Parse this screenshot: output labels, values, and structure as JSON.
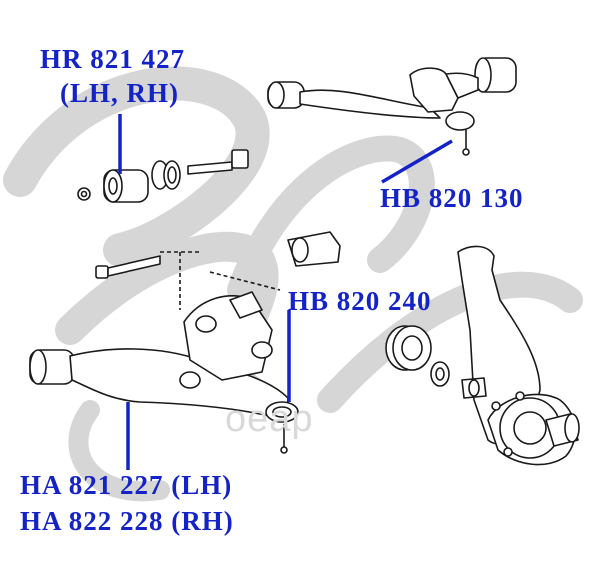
{
  "labels": {
    "upper_bushing_part": "HR 821 427",
    "upper_bushing_side": "(LH, RH)",
    "upper_ball_joint": "HB 820 130",
    "lower_ball_joint": "HB 820 240",
    "lower_arm_lh": "HA 821 227 (LH)",
    "lower_arm_rh": "HA 822 228 (RH)"
  },
  "watermark": "oeap",
  "colors": {
    "label": "#1423c8",
    "leader": "#1423c8",
    "watermark": "#d6d6d6",
    "drawing": "#1a1a1a"
  }
}
